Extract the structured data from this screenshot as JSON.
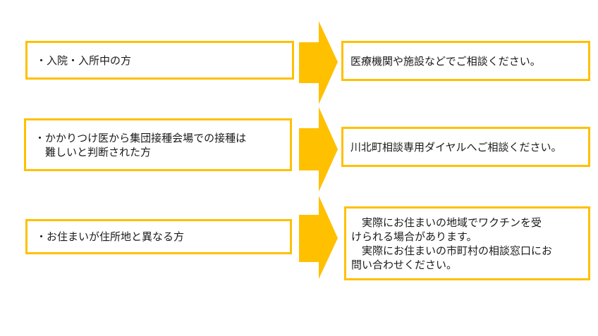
{
  "accent_color": "#FFC000",
  "rows": [
    {
      "condition": "・入院・入所中の方",
      "action": "医療機関や施設などでご相談ください。"
    },
    {
      "condition_line1": "・かかりつけ医から集団接種会場での接種は",
      "condition_line2": "　難しいと判断された方",
      "action": "川北町相談専用ダイヤルへご相談ください。"
    },
    {
      "condition": "・お住まいが住所地と異なる方",
      "action_line1": "　実際にお住まいの地域でワクチンを受",
      "action_line2": "けられる場合があります。",
      "action_line3": "　実際にお住まいの市町村の相談窓口にお",
      "action_line4": "問い合わせください。"
    }
  ]
}
